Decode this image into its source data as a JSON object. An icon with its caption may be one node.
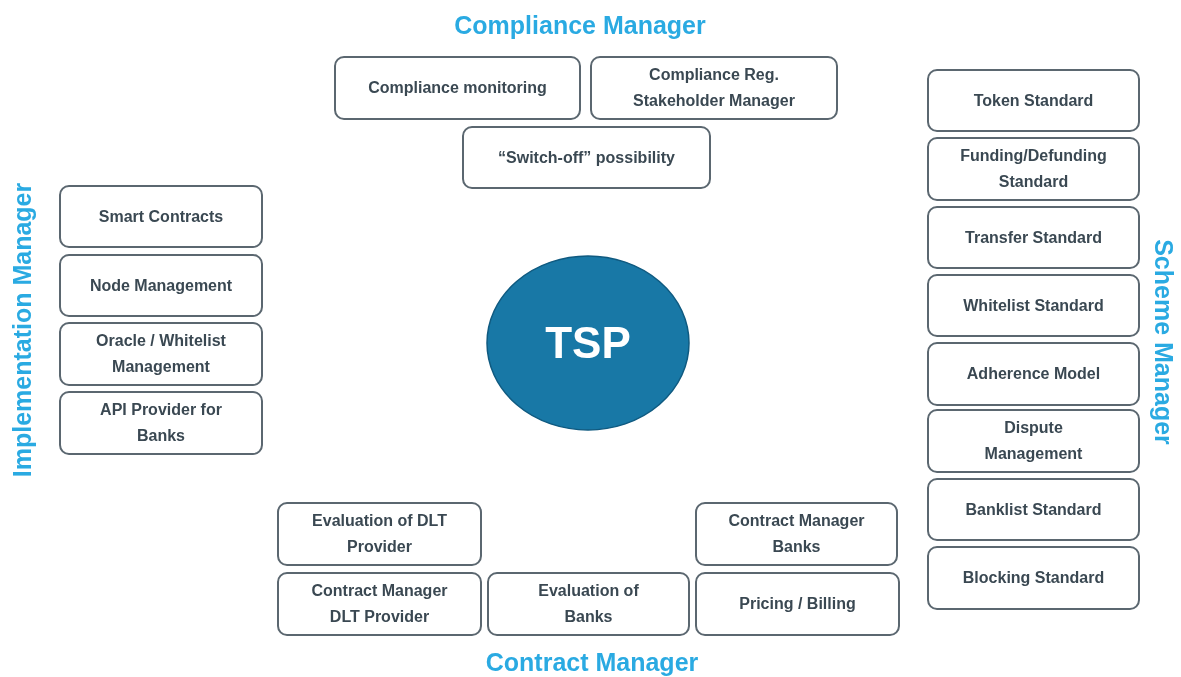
{
  "diagram": {
    "nodes": [
      {
        "text": [
          "Compliance monitoring"
        ]
      },
      {
        "text": [
          "Compliance Reg. Stakeholder Manager"
        ]
      },
      {
        "text": [
          "“Switch-off” possibility"
        ]
      },
      {
        "text": [
          "Token Standard"
        ]
      },
      {
        "text": [
          "Funding/Defunding Standard"
        ]
      },
      {
        "text": [
          "Smart Contracts"
        ]
      },
      {
        "text": [
          "Transfer Standard"
        ]
      },
      {
        "text": [
          "Node Management"
        ]
      },
      {
        "text": [
          "Whitelist Standard"
        ]
      },
      {
        "text": [
          "TSP"
        ]
      },
      {
        "text": [
          "Oracle / Whitelist Management"
        ]
      },
      {
        "text": [
          "Adherence Model"
        ]
      },
      {
        "text": [
          "API Provider for Banks"
        ]
      },
      {
        "text": [
          "Dispute Management"
        ]
      },
      {
        "text": [
          "Banklist Standard"
        ]
      },
      {
        "text": [
          "Evaluation of DLT Provider"
        ]
      },
      {
        "text": [
          "Contract Manager Banks"
        ]
      },
      {
        "text": [
          "Blocking Standard"
        ]
      },
      {
        "text": [
          "Contract Manager DLT Provider"
        ]
      },
      {
        "text": [
          "Evaluation of Banks"
        ]
      },
      {
        "text": [
          "Pricing / Billing"
        ]
      }
    ],
    "labels": [
      "Compliance Manager",
      "Implementation Manager",
      "Scheme Manager",
      "Contract Manager"
    ]
  }
}
